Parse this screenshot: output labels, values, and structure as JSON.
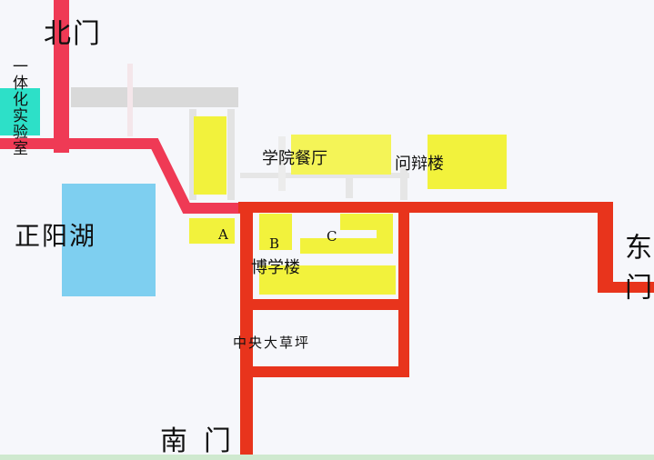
{
  "labels": {
    "north_gate": "北门",
    "east_gate": "东门",
    "south_gate": "南门",
    "lab": "一体化实验室",
    "lake": "正阳湖",
    "canteen": "学院餐厅",
    "wenbian": "问辩楼",
    "boxue": "博学楼",
    "lawn": "中央大草坪",
    "a": "A",
    "b": "B",
    "c": "C"
  },
  "colors": {
    "road": "#e8341c",
    "road_pink": "#ef3a55",
    "lake": "#7ecff0",
    "building": "#f2f23c",
    "gray": "#d9d9d9",
    "teal": "#2de0c8",
    "bottom_strip": "#cfe9cf"
  }
}
